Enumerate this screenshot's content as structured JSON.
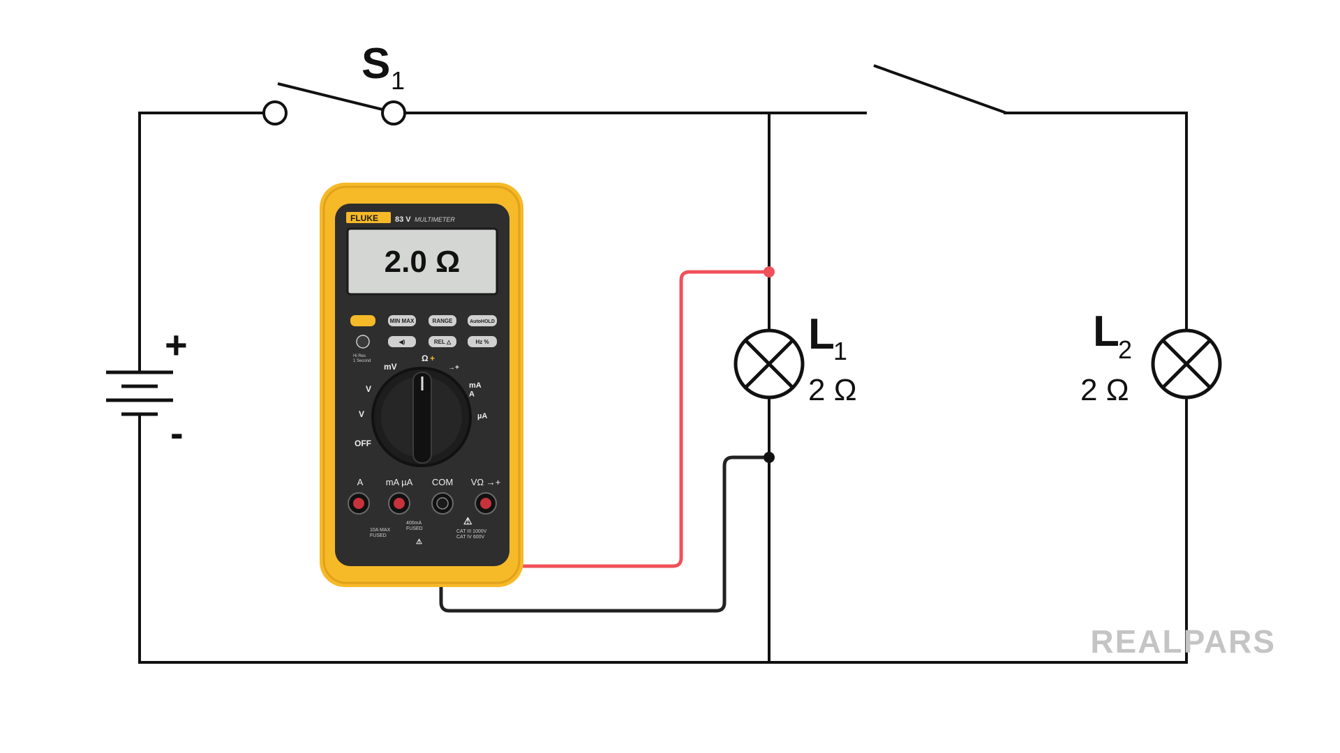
{
  "switch_s1": {
    "letter": "S",
    "subscript": "1"
  },
  "lamp_l1": {
    "letter": "L",
    "subscript": "1",
    "resistance": "2 Ω"
  },
  "lamp_l2": {
    "letter": "L",
    "subscript": "2",
    "resistance": "2 Ω"
  },
  "battery": {
    "plus": "+",
    "minus": "-"
  },
  "multimeter": {
    "brand": "FLUKE",
    "model": "83 V",
    "model_suffix": "MULTIMETER",
    "display_reading": "2.0 Ω",
    "buttons": [
      "MIN MAX",
      "RANGE",
      "AutoHOLD",
      "REL △",
      "Hz %"
    ],
    "backlight_caption": "Hi Res\n1 Second",
    "dial_labels": {
      "mv": "mV",
      "v_dc": "V",
      "v_ac": "V",
      "off": "OFF",
      "ohm": "Ω",
      "diode": "→+",
      "ma_a": "mA\nA",
      "ua": "µA"
    },
    "jacks": [
      "A",
      "mA µA",
      "COM",
      "VΩ →+"
    ],
    "jack_notes": {
      "a_fused": "10A MAX\nFUSED",
      "ma_fused": "400mA\nFUSED",
      "cat": "CAT III 1000V\nCAT IV 600V"
    }
  },
  "watermark": "REALPARS",
  "colors": {
    "wire": "#111111",
    "red_probe": "#f0505a",
    "black_probe": "#222222",
    "meter_body": "#f6b928",
    "meter_face": "#2e2e2e",
    "lcd": "#d4d6d4",
    "watermark": "#bfbfbf"
  }
}
